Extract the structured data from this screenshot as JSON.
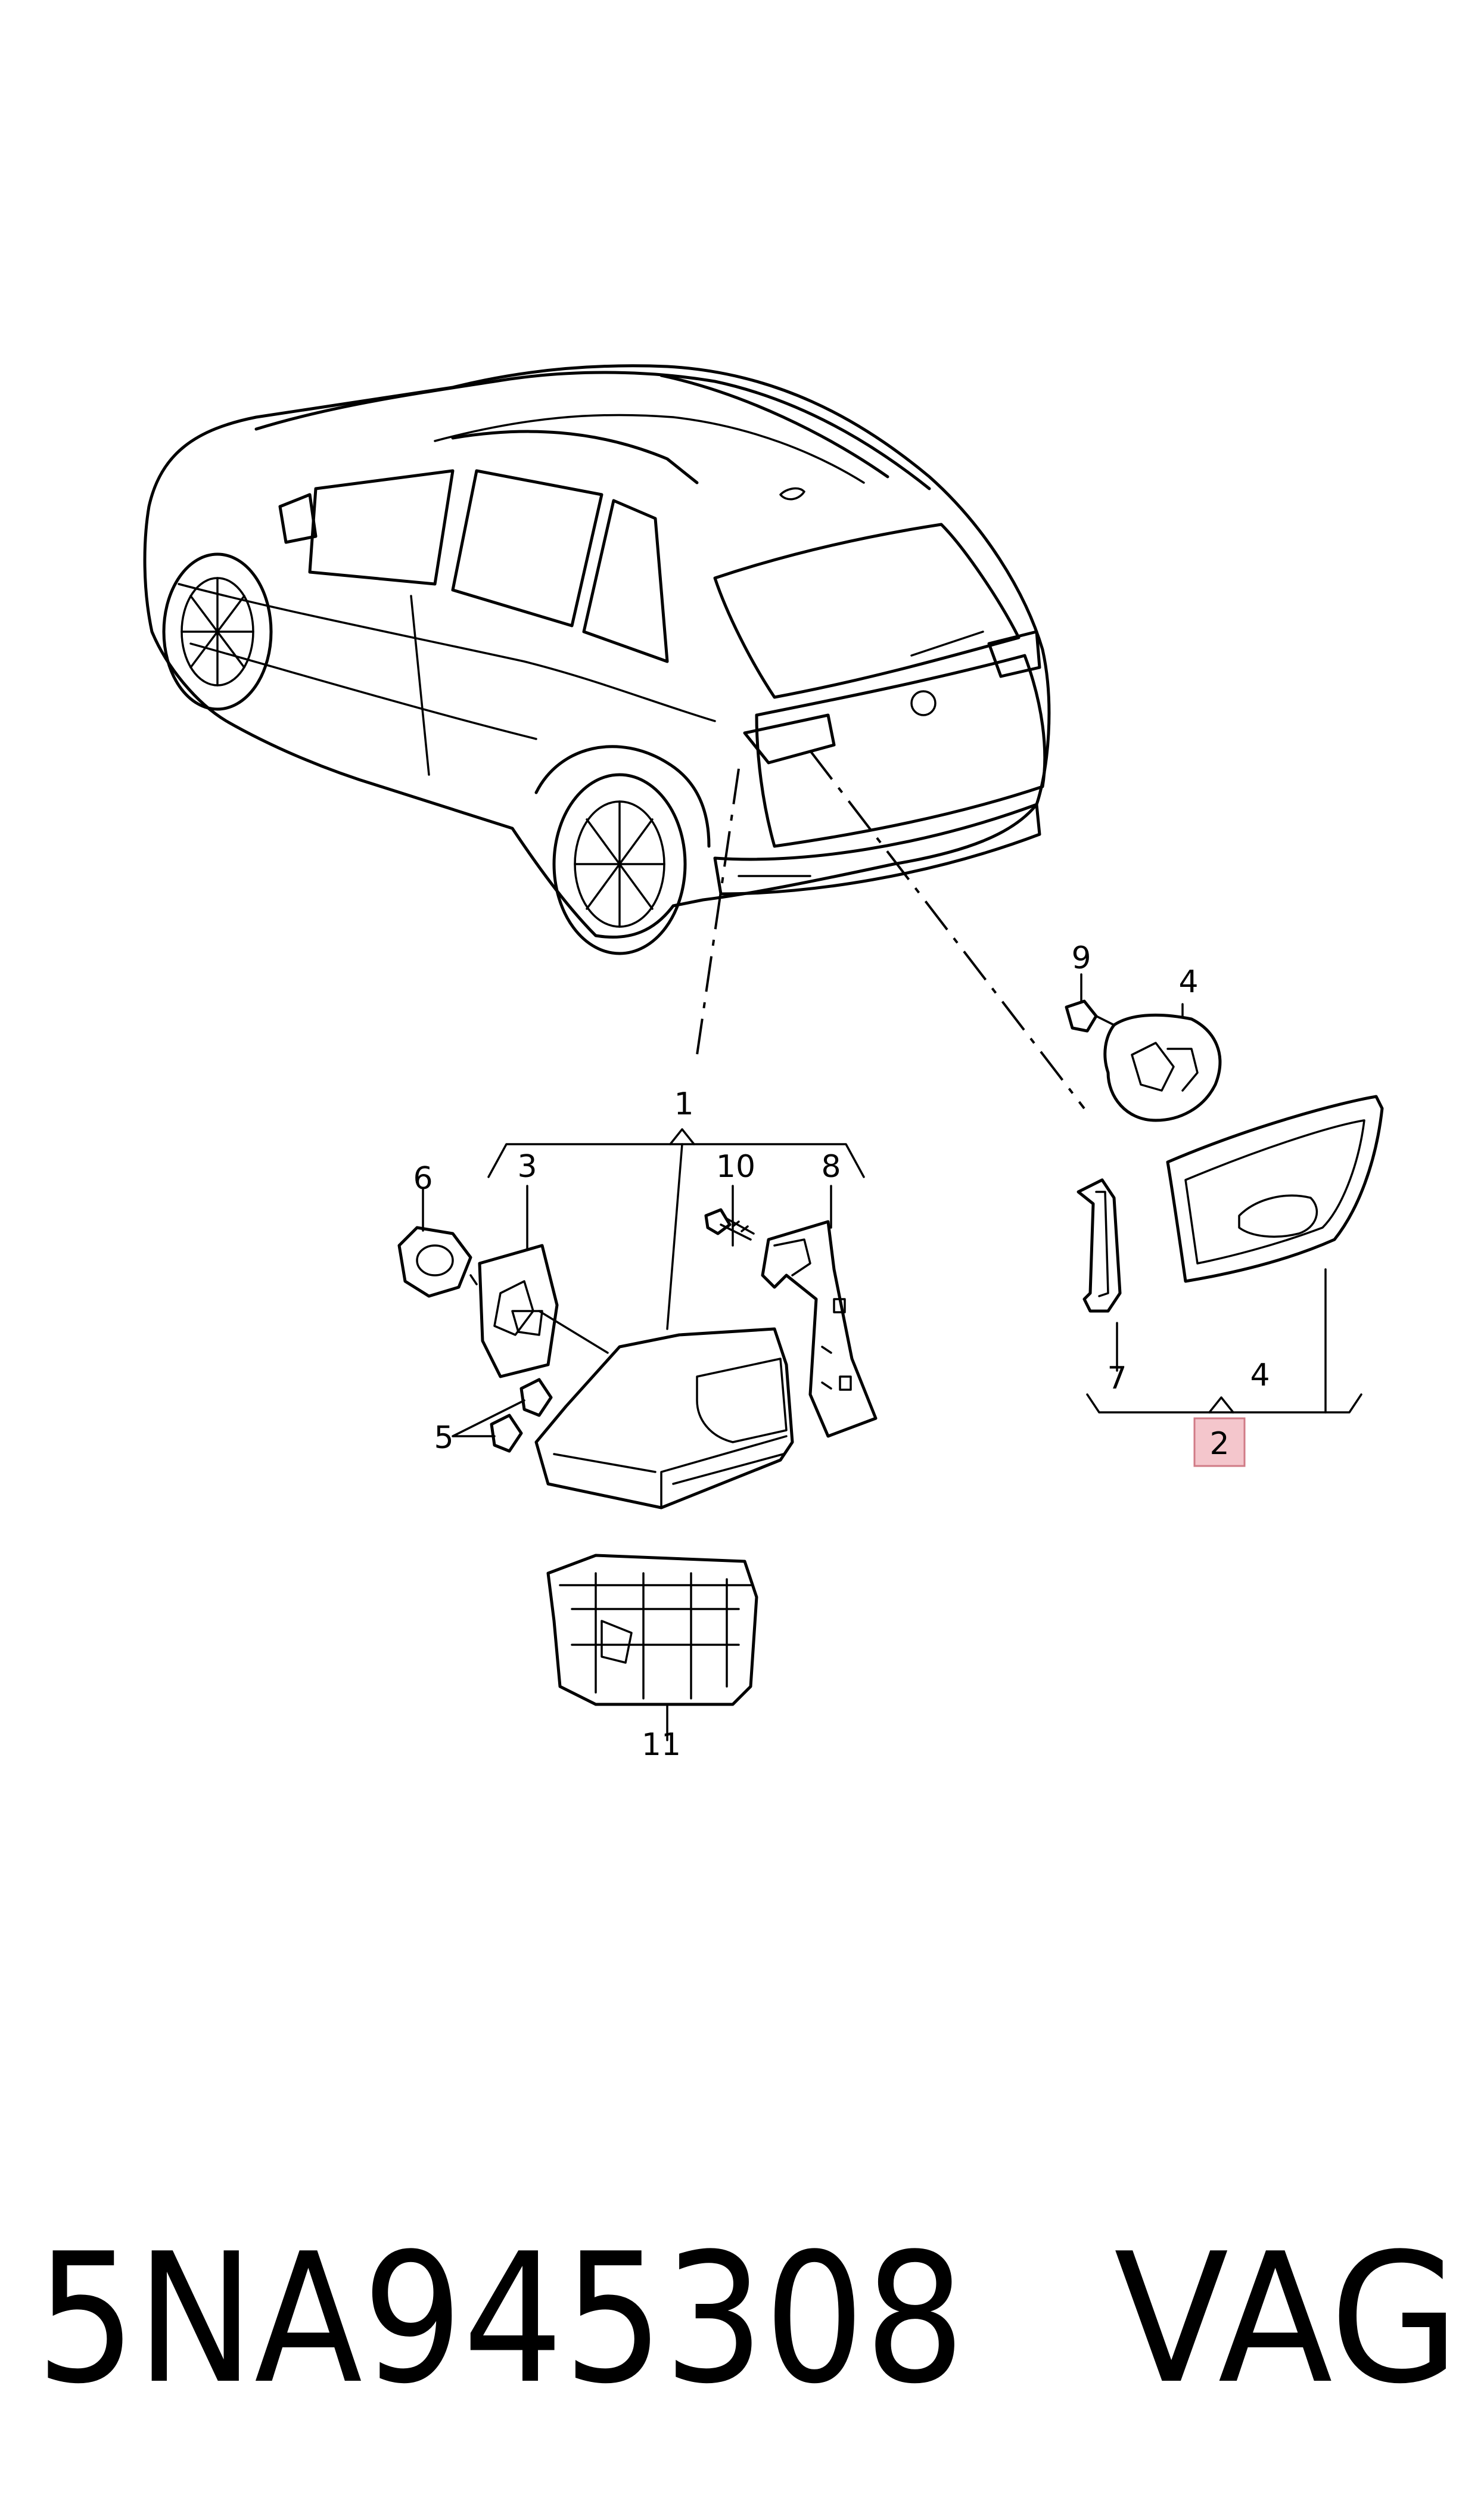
{
  "callouts": {
    "c1": "1",
    "c2": "2",
    "c3": "3",
    "c4a": "4",
    "c4b": "4",
    "c5": "5",
    "c6": "6",
    "c7": "7",
    "c8": "8",
    "c9": "9",
    "c10": "10",
    "c11": "11"
  },
  "highlight_color": "#f4c6cc",
  "footer": {
    "part_number": "5NA945308",
    "brand": "VAG"
  }
}
